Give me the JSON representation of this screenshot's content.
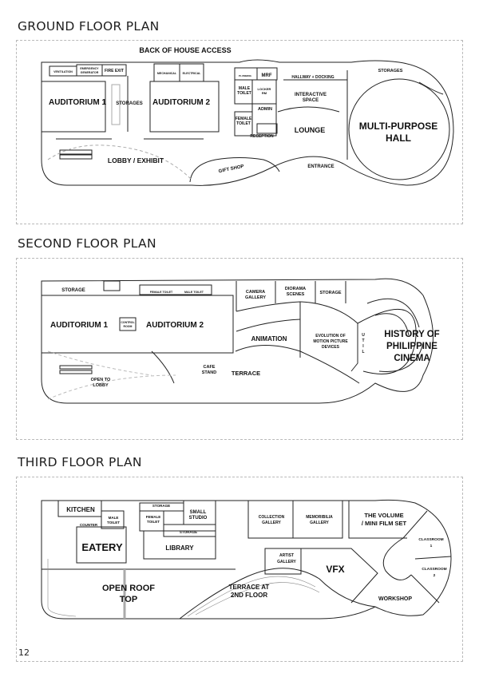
{
  "page": {
    "page_number": "12"
  },
  "ground": {
    "title": "GROUND FLOOR PLAN",
    "rooms": {
      "back_of_house": "BACK OF HOUSE ACCESS",
      "ventilation": "VENTILATION",
      "emergency_generator_1": "EMERGENCY",
      "emergency_generator_2": "GENERATOR",
      "fire_exit": "FIRE EXIT",
      "mechanical": "MECHANICAL",
      "electrical": "ELECTRICAL",
      "auditorium_1": "AUDITORIUM 1",
      "storages": "STORAGES",
      "auditorium_2": "AUDITORIUM 2",
      "plumbing": "PLUMBING",
      "mrf": "MRF",
      "male_toilet_1": "MALE",
      "male_toilet_2": "TOILET",
      "locker_1": "LOCKER",
      "locker_2": "RM",
      "admin": "ADMIN",
      "female_toilet_1": "FEMALE",
      "female_toilet_2": "TOILET",
      "reception": "RECEPTION",
      "hallway_docking": "HALLWAY + DOCKING",
      "interactive_space_1": "INTERACTIVE",
      "interactive_space_2": "SPACE",
      "lounge": "LOUNGE",
      "storages_hall": "STORAGES",
      "mph_1": "MULTI-PURPOSE",
      "mph_2": "HALL",
      "lobby_exhibit": "LOBBY / EXHIBIT",
      "gift_shop": "GIFT SHOP",
      "entrance": "ENTRANCE"
    }
  },
  "second": {
    "title": "SECOND FLOOR PLAN",
    "rooms": {
      "storage": "STORAGE",
      "female_toilet": "FEMALE TOILET",
      "male_toilet": "MALE TOILET",
      "auditorium_1": "AUDITORIUM 1",
      "control_room_1": "CONTROL",
      "control_room_2": "ROOM",
      "auditorium_2": "AUDITORIUM 2",
      "camera_gallery_1": "CAMERA",
      "camera_gallery_2": "GALLERY",
      "diorama_1": "DIORAMA",
      "diorama_2": "SCENES",
      "storage_2": "STORAGE",
      "animation": "ANIMATION",
      "evolution_1": "EVOLUTION OF",
      "evolution_2": "MOTION PICTURE",
      "evolution_3": "DEVICES",
      "util": [
        "U",
        "T",
        "I",
        "L"
      ],
      "history_1": "HISTORY OF",
      "history_2": "PHILIPPINE",
      "history_3": "CINEMA",
      "open_to_lobby_1": "OPEN TO",
      "open_to_lobby_2": "LOBBY",
      "cafe_stand_1": "CAFE",
      "cafe_stand_2": "STAND",
      "terrace": "TERRACE"
    }
  },
  "third": {
    "title": "THIRD FLOOR PLAN",
    "rooms": {
      "kitchen": "KITCHEN",
      "counter": "COUNTER",
      "male_toilet_1": "MALE",
      "male_toilet_2": "TOILET",
      "eatery": "EATERY",
      "storage_top": "STORAGE",
      "female_toilet_1": "FEMALE",
      "female_toilet_2": "TOILET",
      "small_studio_1": "SMALL",
      "small_studio_2": "STUDIO",
      "storage_mid": "STORAGE",
      "library": "LIBRARY",
      "collection_1": "COLLECTION",
      "collection_2": "GALLERY",
      "memoribilia_1": "MEMORIBILIA",
      "memoribilia_2": "GALLERY",
      "volume_1": "THE VOLUME",
      "volume_2": "/ MINI FILM SET",
      "classroom1_1": "CLASSROOM",
      "classroom1_2": "1",
      "classroom2_1": "CLASSROOM",
      "classroom2_2": "2",
      "artist_1": "ARTIST",
      "artist_2": "GALLERY",
      "vfx": "VFX",
      "workshop": "WORKSHOP",
      "open_roof_1": "OPEN ROOF",
      "open_roof_2": "TOP",
      "terrace_1": "TERRACE AT",
      "terrace_2": "2ND FLOOR"
    }
  }
}
